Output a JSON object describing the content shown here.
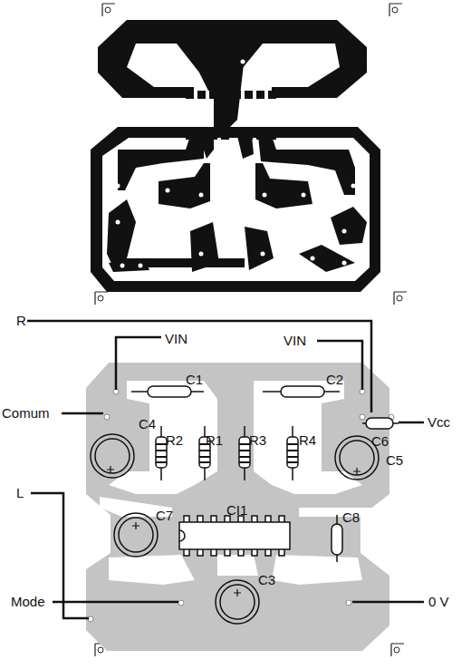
{
  "diagram": {
    "labels": [
      "R",
      "VIN",
      "VIN",
      "C1",
      "C2",
      "Comum",
      "Vcc",
      "C4",
      "R2",
      "R1",
      "R3",
      "R4",
      "C6",
      "C5",
      "L",
      "C7",
      "CI1",
      "C8",
      "Mode",
      "C3",
      "0 V"
    ]
  }
}
